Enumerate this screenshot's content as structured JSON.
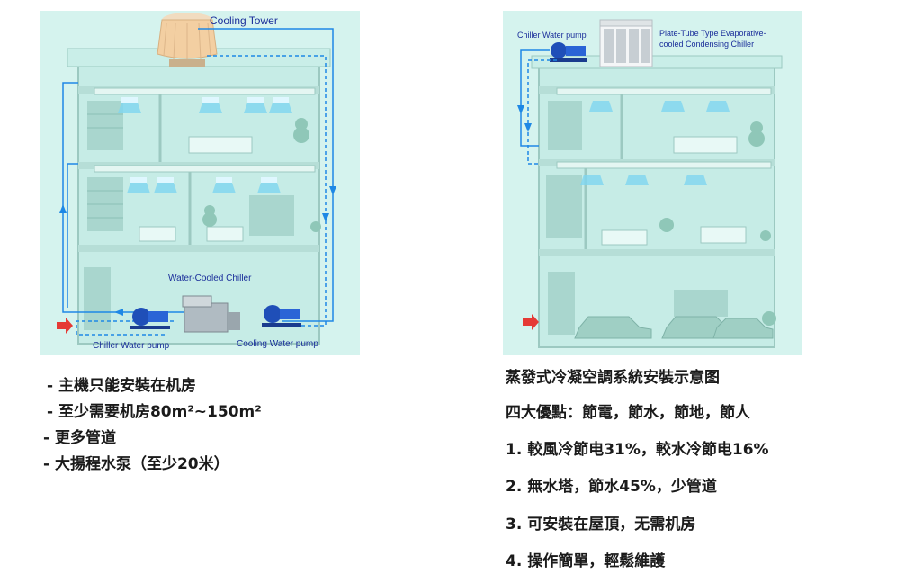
{
  "left_diagram": {
    "labels": {
      "cooling_tower": "Cooling Tower",
      "water_cooled_chiller": "Water-Cooled Chiller",
      "chiller_water_pump": "Chiller Water pump",
      "cooling_water_pump": "Cooling Water pump"
    },
    "colors": {
      "panel_bg": "#d5f3ee",
      "pipe": "#1e88e5",
      "label": "#1a2e9a",
      "arrow": "#e53935"
    }
  },
  "right_diagram": {
    "labels": {
      "chiller_water_pump": "Chiller Water pump",
      "condensing_chiller_line1": "Plate-Tube Type Evaporative-",
      "condensing_chiller_line2": "cooled Condensing Chiller"
    }
  },
  "left_notes": [
    "- 主機只能安裝在机房",
    "- 至少需要机房80m²~150m²",
    "- 更多管道",
    "- 大揚程水泵（至少20米）"
  ],
  "right_text": {
    "title": "蒸發式冷凝空調系統安裝示意图",
    "subtitle": "四大優點：節電，節水，節地，節人",
    "points": [
      "1. 較風冷節电31%，較水冷節电16%",
      "2. 無水塔，節水45%，少管道",
      "3. 可安裝在屋頂，无需机房",
      "4. 操作簡單，輕鬆維護"
    ]
  }
}
